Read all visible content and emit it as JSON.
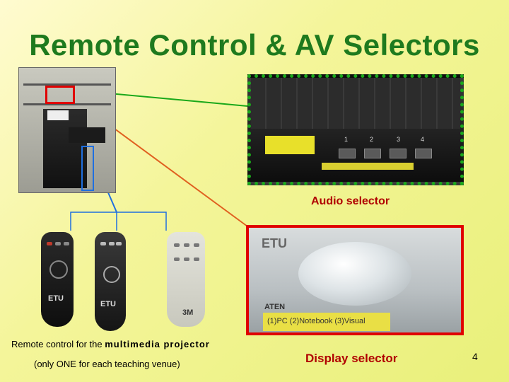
{
  "slide": {
    "title": "Remote Control & AV Selectors",
    "page_number": "4"
  },
  "labels": {
    "audio_selector": "Audio selector",
    "display_selector": "Display selector",
    "remote_caption_prefix": "Remote control for the ",
    "remote_caption_emphasis": "multimedia projector",
    "remote_caption_note": "(only ONE for each teaching venue)"
  },
  "audio_photo": {
    "button_numbers": [
      "1",
      "2",
      "3",
      "4"
    ]
  },
  "display_photo": {
    "brand_top": "ETU",
    "brand": "ATEN",
    "legend": "(1)PC (2)Notebook (3)Visual"
  },
  "remotes": {
    "labels": [
      "ETU",
      "ETU",
      "3M"
    ]
  },
  "colors": {
    "title": "#1e7a1e",
    "audio_highlight": "#1aa81a",
    "display_highlight": "#e00000",
    "remote_highlight": "#1f6fe0",
    "label_red": "#b00000"
  }
}
